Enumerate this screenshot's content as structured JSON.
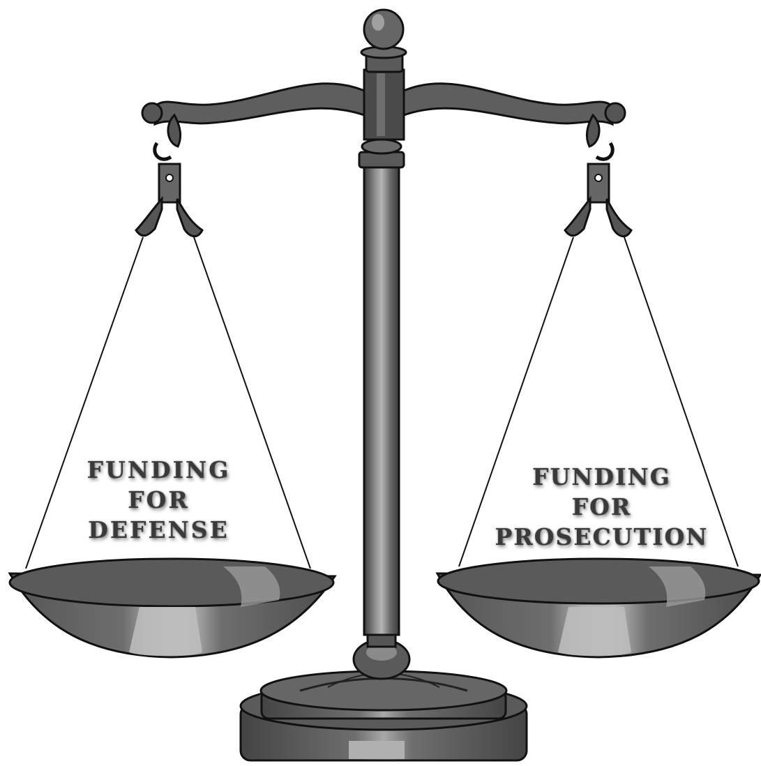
{
  "image": {
    "subject": "scales-of-justice",
    "colors": {
      "metal_dark": "#3c3c3c",
      "metal_mid": "#6e6e6e",
      "metal_light": "#a8a8a8",
      "outline": "#111111",
      "background": "#ffffff"
    }
  },
  "left_pan": {
    "label_lines": [
      "FUNDING",
      "FOR",
      "DEFENSE"
    ]
  },
  "right_pan": {
    "label_lines": [
      "FUNDING",
      "FOR",
      "PROSECUTION"
    ]
  }
}
